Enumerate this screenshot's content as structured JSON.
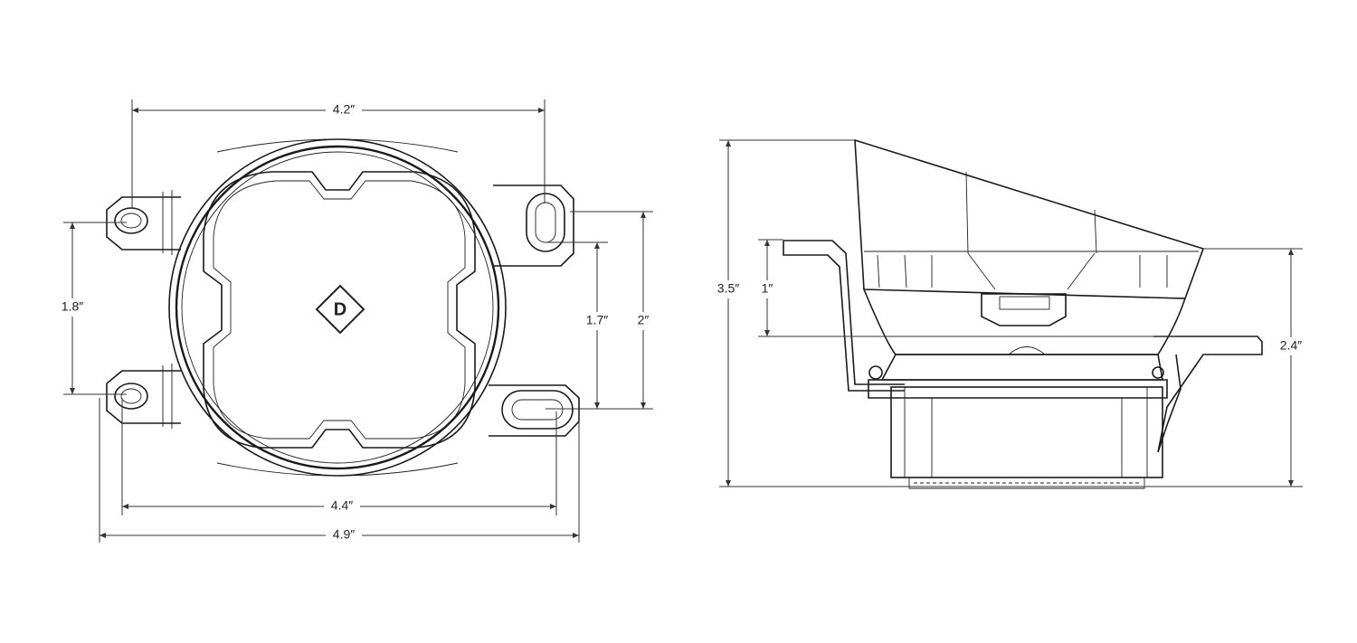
{
  "front_view": {
    "logo_letter": "D",
    "dimensions": {
      "overall_width_tabs": "4.2″",
      "left_tab_spacing": "1.8″",
      "right_tab_slot_spacing": "1.7″",
      "right_tab_height": "2″",
      "lower_tab_spacing": "4.4″",
      "overall_width": "4.9″"
    }
  },
  "side_view": {
    "dimensions": {
      "overall_height": "3.5″",
      "bracket_height": "1″",
      "body_height": "2.4″"
    }
  }
}
